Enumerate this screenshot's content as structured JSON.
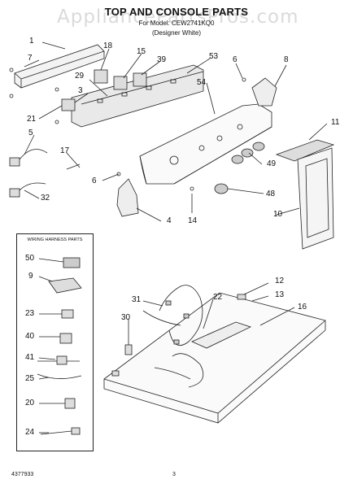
{
  "header": {
    "watermark": "AppliancePartsPros.com",
    "title": "TOP AND CONSOLE PARTS",
    "model_line": "For Model: CEW2741KQ0",
    "variant_line": "(Designer White)"
  },
  "harness": {
    "title": "WIRING HARNESS PARTS"
  },
  "callouts": [
    "1",
    "7",
    "18",
    "15",
    "39",
    "53",
    "6",
    "8",
    "29",
    "3",
    "54",
    "21",
    "5",
    "17",
    "11",
    "6",
    "49",
    "32",
    "48",
    "10",
    "4",
    "14",
    "50",
    "9",
    "23",
    "40",
    "41",
    "25",
    "20",
    "24",
    "31",
    "30",
    "22",
    "12",
    "13",
    "16"
  ],
  "footer": {
    "doc_number": "4377933",
    "page": "3"
  }
}
